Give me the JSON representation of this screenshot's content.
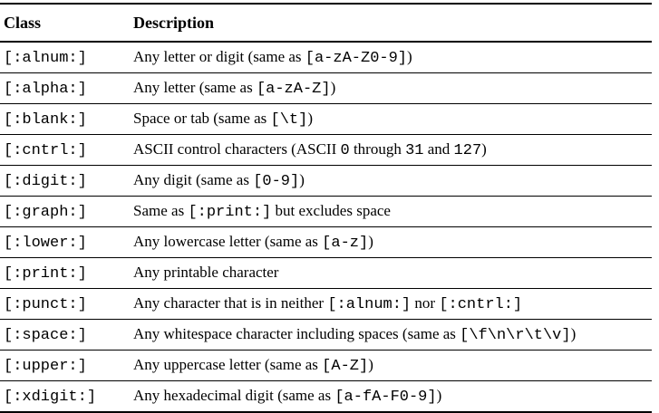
{
  "table": {
    "columns": [
      "Class",
      "Description"
    ],
    "colors": {
      "text": "#000000",
      "rule": "#000000",
      "background": "#ffffff"
    },
    "rows": [
      {
        "class_name": "[:alnum:]",
        "description": [
          {
            "t": "Any letter or digit (same as ",
            "code": false
          },
          {
            "t": "[a-zA-Z0-9]",
            "code": true
          },
          {
            "t": ")",
            "code": false
          }
        ]
      },
      {
        "class_name": "[:alpha:]",
        "description": [
          {
            "t": "Any letter (same as ",
            "code": false
          },
          {
            "t": "[a-zA-Z]",
            "code": true
          },
          {
            "t": ")",
            "code": false
          }
        ]
      },
      {
        "class_name": "[:blank:]",
        "description": [
          {
            "t": "Space or tab (same as ",
            "code": false
          },
          {
            "t": "[\\t]",
            "code": true
          },
          {
            "t": ")",
            "code": false
          }
        ]
      },
      {
        "class_name": "[:cntrl:]",
        "description": [
          {
            "t": "ASCII control characters (ASCII ",
            "code": false
          },
          {
            "t": "0",
            "code": true
          },
          {
            "t": " through ",
            "code": false
          },
          {
            "t": "31",
            "code": true
          },
          {
            "t": " and ",
            "code": false
          },
          {
            "t": "127",
            "code": true
          },
          {
            "t": ")",
            "code": false
          }
        ]
      },
      {
        "class_name": "[:digit:]",
        "description": [
          {
            "t": "Any digit (same as ",
            "code": false
          },
          {
            "t": "[0-9]",
            "code": true
          },
          {
            "t": ")",
            "code": false
          }
        ]
      },
      {
        "class_name": "[:graph:]",
        "description": [
          {
            "t": "Same as ",
            "code": false
          },
          {
            "t": "[:print:]",
            "code": true
          },
          {
            "t": " but excludes space",
            "code": false
          }
        ]
      },
      {
        "class_name": "[:lower:]",
        "description": [
          {
            "t": "Any lowercase letter (same as ",
            "code": false
          },
          {
            "t": "[a-z]",
            "code": true
          },
          {
            "t": ")",
            "code": false
          }
        ]
      },
      {
        "class_name": "[:print:]",
        "description": [
          {
            "t": "Any printable character",
            "code": false
          }
        ]
      },
      {
        "class_name": "[:punct:]",
        "description": [
          {
            "t": "Any character that is in neither ",
            "code": false
          },
          {
            "t": "[:alnum:]",
            "code": true
          },
          {
            "t": " nor ",
            "code": false
          },
          {
            "t": "[:cntrl:]",
            "code": true
          }
        ]
      },
      {
        "class_name": "[:space:]",
        "description": [
          {
            "t": "Any whitespace character including spaces (same as ",
            "code": false
          },
          {
            "t": "[\\f\\n\\r\\t\\v]",
            "code": true
          },
          {
            "t": ")",
            "code": false
          }
        ]
      },
      {
        "class_name": "[:upper:]",
        "description": [
          {
            "t": "Any uppercase letter (same as ",
            "code": false
          },
          {
            "t": "[A-Z]",
            "code": true
          },
          {
            "t": ")",
            "code": false
          }
        ]
      },
      {
        "class_name": "[:xdigit:]",
        "description": [
          {
            "t": "Any hexadecimal digit (same as ",
            "code": false
          },
          {
            "t": "[a-fA-F0-9]",
            "code": true
          },
          {
            "t": ")",
            "code": false
          }
        ]
      }
    ]
  }
}
